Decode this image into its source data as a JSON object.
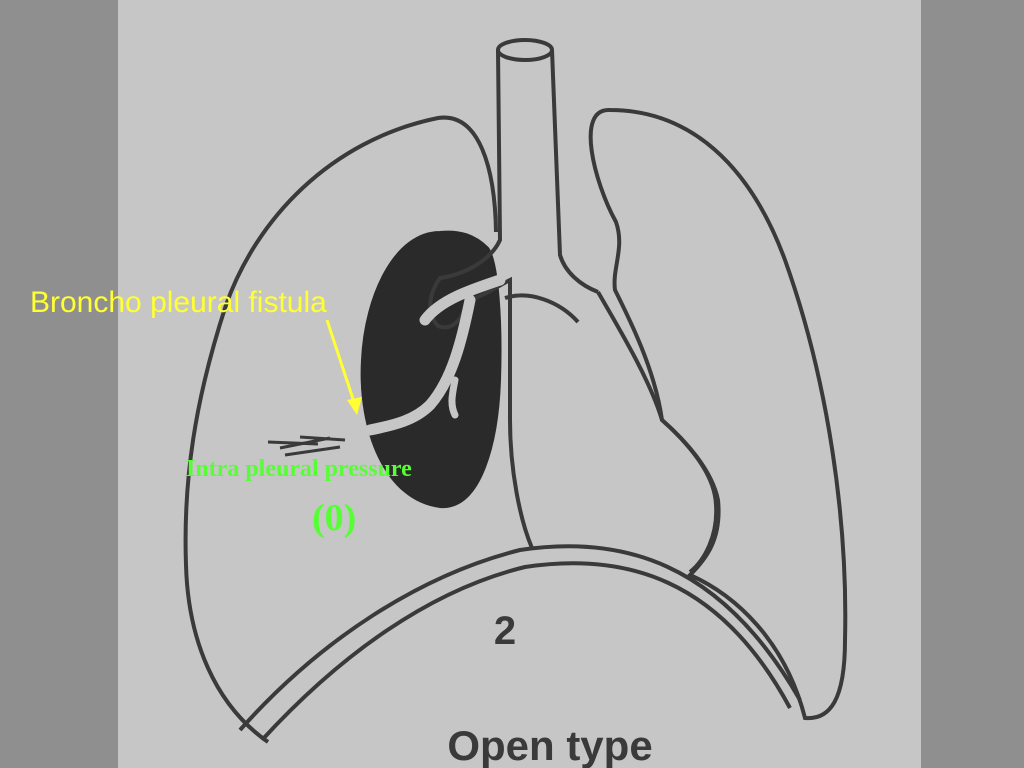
{
  "colors": {
    "background": "#8f8f8f",
    "photo_paper": "#c6c6c6",
    "line": "#3a3a3a",
    "dark_fill": "#2a2a2a",
    "annotation_yellow": "#ffff33",
    "annotation_green": "#55ff33"
  },
  "annotations": {
    "fistula_label": "Broncho pleural fistula",
    "pressure_label": "Intra pleural pressure",
    "pressure_value": "(0)"
  },
  "figure": {
    "number_label": "2",
    "caption": "Open type"
  }
}
